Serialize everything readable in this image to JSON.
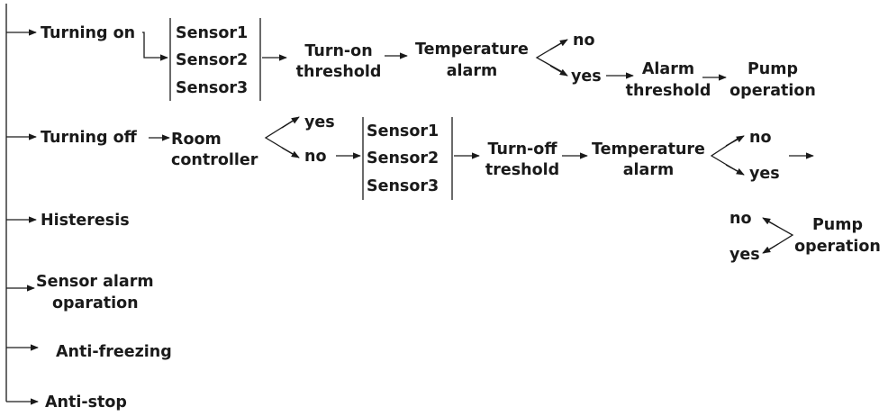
{
  "branches": {
    "turning_on": "Turning on",
    "turning_off": "Turning off",
    "histeresis": "Histeresis",
    "sensor_alarm": [
      "Sensor alarm",
      "oparation"
    ],
    "anti_freezing": "Anti-freezing",
    "anti_stop": "Anti-stop"
  },
  "turning_on_flow": {
    "sensors": [
      "Sensor1",
      "Sensor2",
      "Sensor3"
    ],
    "threshold": [
      "Turn-on",
      "threshold"
    ],
    "temperature_alarm": [
      "Temperature",
      "alarm"
    ],
    "no": "no",
    "yes": "yes",
    "alarm_threshold": [
      "Alarm",
      "threshold"
    ],
    "pump_operation": [
      "Pump",
      "operation"
    ]
  },
  "turning_off_flow": {
    "room_controller": [
      "Room",
      "controller"
    ],
    "yes": "yes",
    "no": "no",
    "sensors": [
      "Sensor1",
      "Sensor2",
      "Sensor3"
    ],
    "threshold": [
      "Turn-off",
      "treshold"
    ],
    "temperature_alarm": [
      "Temperature",
      "alarm"
    ],
    "alarm_no": "no",
    "alarm_yes": "yes",
    "pump_operation": [
      "Pump",
      "operation"
    ],
    "pump_no": "no",
    "pump_yes": "yes"
  }
}
